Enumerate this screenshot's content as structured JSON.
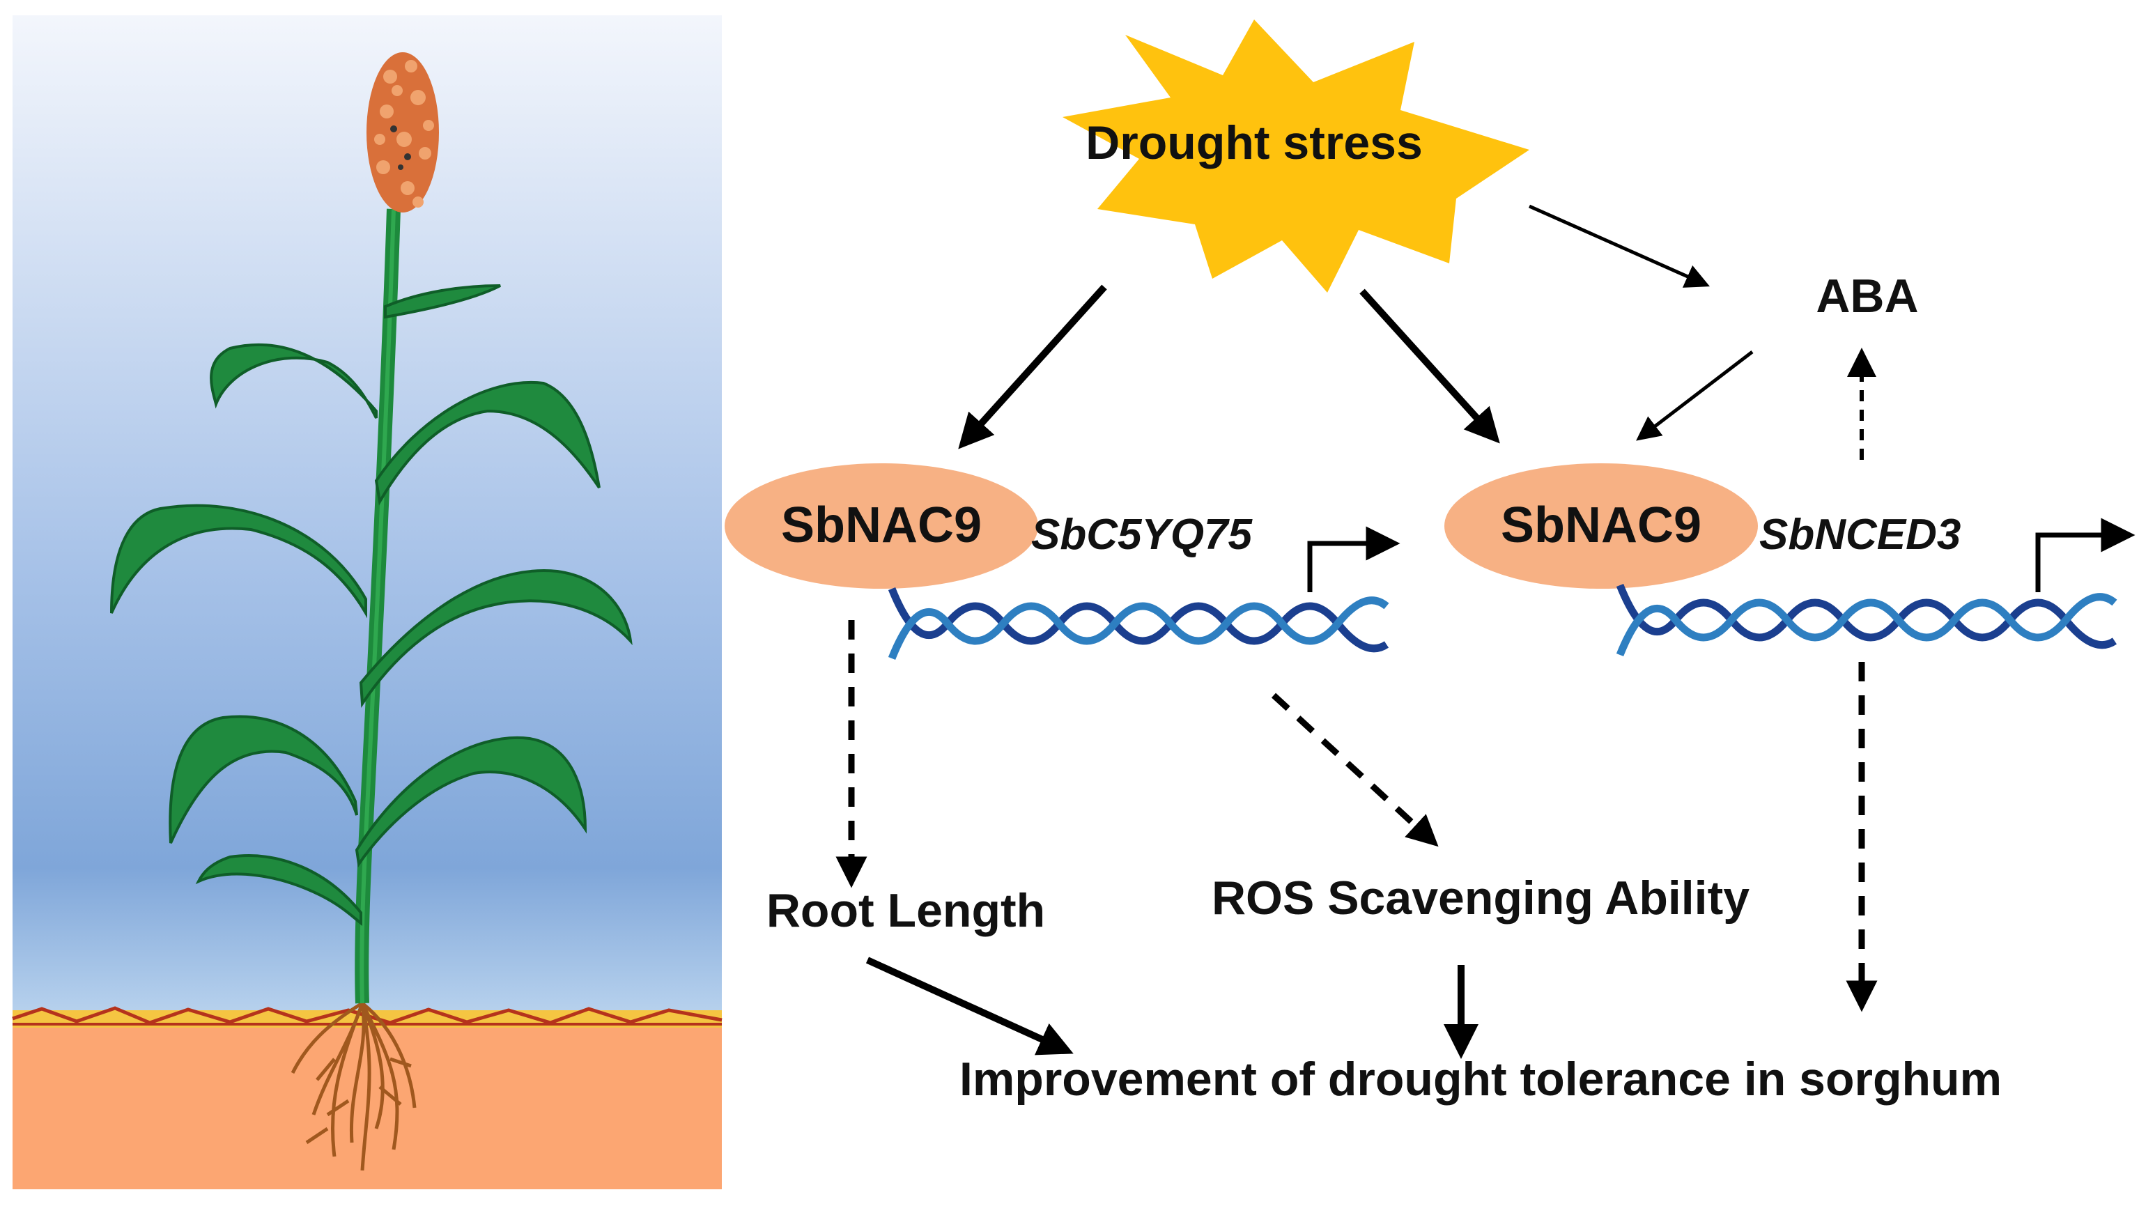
{
  "stress": {
    "label": "Drought stress"
  },
  "hormone": {
    "label": "ABA"
  },
  "protein_left": {
    "label": "SbNAC9"
  },
  "protein_right": {
    "label": "SbNAC9"
  },
  "gene_left": {
    "label": "SbC5YQ75"
  },
  "gene_right": {
    "label": "SbNCED3"
  },
  "outcomes": {
    "root": "Root Length",
    "ros": "ROS Scavenging Ability",
    "final": "Improvement of drought tolerance in sorghum"
  },
  "colors": {
    "sky_top": "#f3f6fc",
    "sky_bottom": "#7fa6d9",
    "soil": "#fca672",
    "sun": "#ffc20e",
    "protein": "#f7b184",
    "dna_dark": "#1b3f8f",
    "dna_light": "#2e7fc1",
    "plant": "#1d8a3c",
    "panicle": "#d9703a"
  },
  "icons": {
    "stress": "starburst-icon",
    "plant": "sorghum-plant-illustration",
    "dna": "dna-helix-icon",
    "promoter": "promoter-arrow-icon"
  }
}
